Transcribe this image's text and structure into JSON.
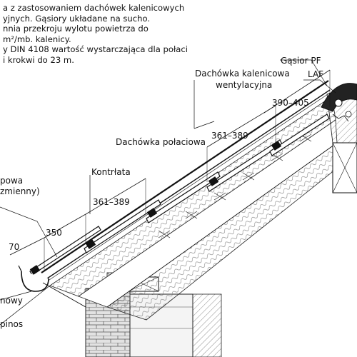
{
  "description_lines": [
    "a z zastosowaniem dachówek kalenicowych",
    "yjnych. Gąsiory układane na sucho.",
    "nnia przekroju wylotu powietrza do",
    "m²/mb. kalenicy.",
    "y DIN 4108 wartość wystarczająca dla połaci",
    "i krokwi do 23 m."
  ],
  "labels": {
    "gasior": "Gąsior PF",
    "laf": "LAF",
    "vent_tile_1": "Dachówka kalenicowa",
    "vent_tile_2": "wentylacyjna",
    "roof_tile": "Dachówka połaciowa",
    "counter_batten": "Kontrłata",
    "left_1": "powa",
    "left_2": "zmienny)",
    "left_3": "nowy",
    "left_4": "pinos"
  },
  "dimensions": {
    "d1": "70",
    "d2": "350",
    "d3": "361–389",
    "d4": "361–389",
    "d5": "390–405"
  },
  "colors": {
    "line": "#111111",
    "hatch": "#555555",
    "brick": "#d8d8d8"
  }
}
